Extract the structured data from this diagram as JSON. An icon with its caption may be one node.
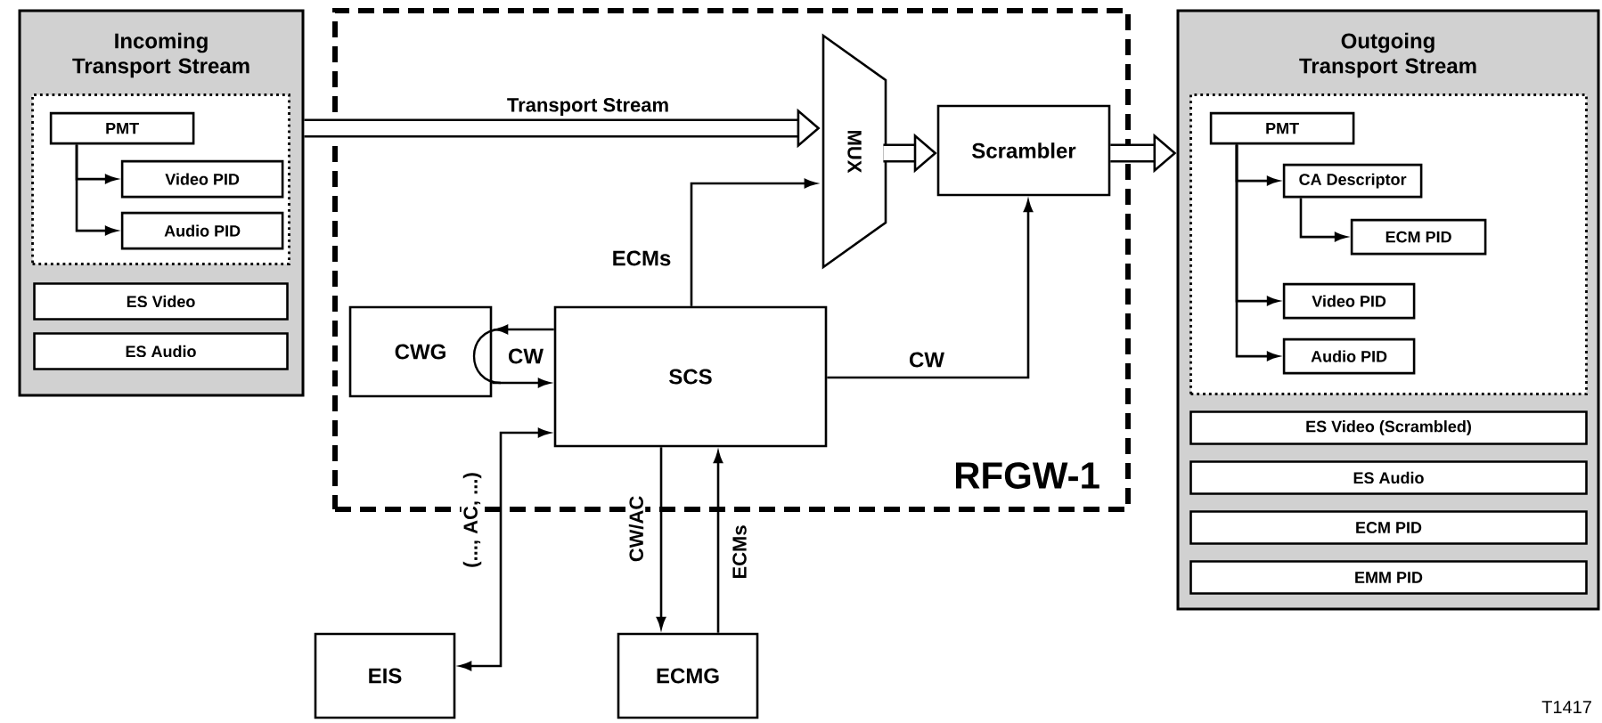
{
  "diagram": {
    "nodes": [
      {
        "text": [
          "Incoming Transport Stream"
        ]
      },
      {
        "text": [],
        "shape": "box",
        "in": 0
      },
      {
        "text": [
          "PMT"
        ],
        "in": 1
      },
      {
        "text": [
          "Video PID"
        ],
        "in": 1
      },
      {
        "text": [
          "Audio PID"
        ],
        "in": 1
      },
      {
        "text": [
          "ES Video"
        ],
        "in": 0
      },
      {
        "text": [
          "ES Audio"
        ],
        "in": 0
      },
      {
        "text": [
          "RFGW-1"
        ]
      },
      {
        "text": [
          "MUX"
        ],
        "in": 7
      },
      {
        "text": [
          "Scrambler"
        ],
        "in": 7
      },
      {
        "text": [
          "CWG"
        ],
        "in": 7
      },
      {
        "text": [
          "SCS"
        ],
        "in": 7
      },
      {
        "text": [
          "EIS"
        ]
      },
      {
        "text": [
          "ECMG"
        ]
      },
      {
        "text": [
          "Outgoing Transport Stream"
        ]
      },
      {
        "text": [],
        "shape": "box",
        "in": 14
      },
      {
        "text": [
          "PMT"
        ],
        "in": 15
      },
      {
        "text": [
          "CA Descriptor"
        ],
        "in": 15
      },
      {
        "text": [
          "ECM PID"
        ],
        "in": 15
      },
      {
        "text": [
          "Video PID"
        ],
        "in": 15
      },
      {
        "text": [
          "Audio PID"
        ],
        "in": 15
      },
      {
        "text": [
          "ES Video (Scrambled)"
        ],
        "in": 14
      },
      {
        "text": [
          "ES Audio"
        ],
        "in": 14
      },
      {
        "text": [
          "ECM PID"
        ],
        "in": 14
      },
      {
        "text": [
          "EMM PID"
        ],
        "in": 14
      }
    ],
    "edges": [
      {
        "from": 2,
        "to": 3,
        "arrow": "to"
      },
      {
        "from": 2,
        "to": 4,
        "arrow": "to"
      },
      {
        "from": 0,
        "to": 8,
        "arrow": "to",
        "label": "Transport Stream",
        "style": "thick"
      },
      {
        "from": 8,
        "to": 9,
        "arrow": "to",
        "style": "thick"
      },
      {
        "from": 9,
        "to": 14,
        "arrow": "to",
        "style": "thick"
      },
      {
        "from": 11,
        "to": 8,
        "arrow": "to",
        "label": "ECMs"
      },
      {
        "from": 11,
        "to": 9,
        "arrow": "to",
        "label": "CW"
      },
      {
        "from": 11,
        "to": 10,
        "arrow": "to",
        "label": "CW"
      },
      {
        "from": 10,
        "to": 11,
        "arrow": "to"
      },
      {
        "from": 12,
        "to": 11,
        "arrow": "both",
        "label": "(..., AC, ...)"
      },
      {
        "from": 11,
        "to": 13,
        "arrow": "to",
        "label": "CW/AC"
      },
      {
        "from": 13,
        "to": 11,
        "arrow": "to",
        "label": "ECMs"
      },
      {
        "from": 16,
        "to": 17,
        "arrow": "to"
      },
      {
        "from": 16,
        "to": 19,
        "arrow": "to"
      },
      {
        "from": 16,
        "to": 20,
        "arrow": "to"
      },
      {
        "from": 17,
        "to": 18,
        "arrow": "to"
      }
    ],
    "labels": [
      "T1417"
    ]
  }
}
